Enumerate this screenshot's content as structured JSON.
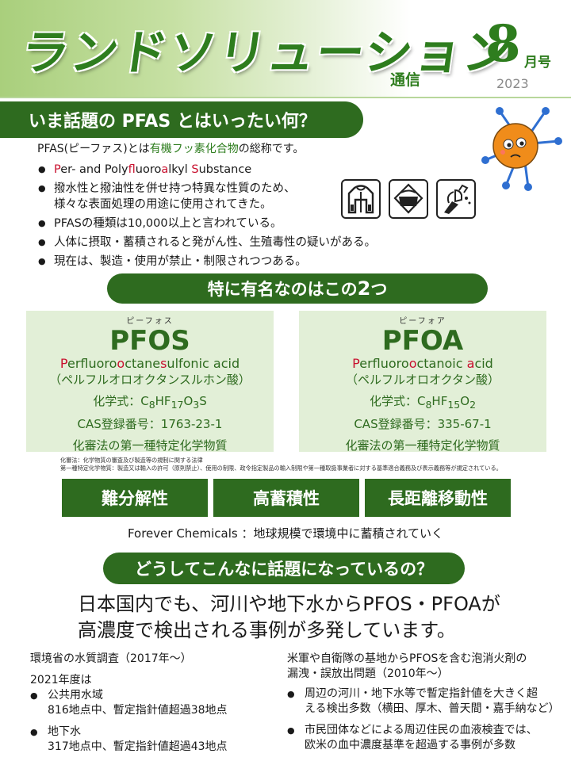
{
  "header": {
    "title": "ランドソリューション",
    "subtitle": "通信",
    "month_number": "8",
    "month_label": "月号",
    "year": "2023"
  },
  "section1": {
    "heading": "いま話題の PFAS とはいったい何？",
    "intro_prefix": "PFAS(ピーファス)とは",
    "intro_highlight": "有機フッ素化合物",
    "intro_suffix": "の総称です。",
    "bullet1": {
      "p1": "P",
      "p2": "er- and Poly",
      "p3": "f",
      "p4": "luoro",
      "p5": "a",
      "p6": "lkyl ",
      "p7": "S",
      "p8": "ubstance"
    },
    "bullet2_line1": "撥水性と撥油性を併せ持つ特異な性質のため、",
    "bullet2_line2": "様々な表面処理の用途に使用されてきた。",
    "bullet3": "PFASの種類は10,000以上と言われている。",
    "bullet4": "人体に摂取・蓄積されると発がん性、生殖毒性の疑いがある。",
    "bullet5": "現在は、製造・使用が禁止・制限されつつある。",
    "icons": [
      "jacket-icon",
      "frying-pan-icon",
      "fire-extinguisher-icon"
    ]
  },
  "section2": {
    "heading_prefix": "特に有名なのはこの",
    "heading_number": "2",
    "heading_suffix": "つ",
    "pfos": {
      "ruby": "ピーフォス",
      "abbr": "PFOS",
      "name_parts": [
        "P",
        "erfluoro",
        "o",
        "ctane",
        "s",
        "ulfonic acid"
      ],
      "jp_name": "（ペルフルオロオクタンスルホン酸）",
      "formula_label": "化学式：",
      "formula_parts": [
        "C",
        "8",
        "HF",
        "17",
        "O",
        "3",
        "S"
      ],
      "cas": "CAS登録番号：1763-23-1",
      "law": "化審法の第一種特定化学物質"
    },
    "pfoa": {
      "ruby": "ピーフォア",
      "abbr": "PFOA",
      "name_parts": [
        "P",
        "erfluoro",
        "o",
        "ctanoic ",
        "a",
        "cid"
      ],
      "jp_name": "（ペルフルオロオクタン酸）",
      "formula_label": "化学式：",
      "formula_parts": [
        "C",
        "8",
        "HF",
        "15",
        "O",
        "2"
      ],
      "cas": "CAS登録番号：335-67-1",
      "law": "化審法の第一種特定化学物質"
    },
    "note_line1": "化審法：化学物質の審査及び製造等の規制に関する法律",
    "note_line2": "第一種特定化学物質：製造又は輸入の許可（原則禁止）、使用の制限、政令指定製品の輸入制限や第一種取扱事業者に対する基準適合義務及び表示義務等が規定されている。",
    "properties": [
      "難分解性",
      "高蓄積性",
      "長距離移動性"
    ],
    "forever": "Forever Chemicals ：地球規模で環境中に蓄積されていく"
  },
  "section3": {
    "heading": "どうしてこんなに話題になっているの？",
    "headline_line1": "日本国内でも、河川や地下水からPFOS・PFOAが",
    "headline_line2": "高濃度で検出される事例が多発しています。",
    "left": {
      "title": "環境省の水質調査（2017年～）",
      "year_label": "2021年度は",
      "item1_title": "公共用水域",
      "item1_detail": "816地点中、暫定指針値超過38地点",
      "item2_title": "地下水",
      "item2_detail": "317地点中、暫定指針値超過43地点"
    },
    "right": {
      "title_line1": "米軍や自衛隊の基地からPFOSを含む泡消火剤の",
      "title_line2": "漏洩・誤放出問題（2010年～）",
      "item1_line1": "周辺の河川・地下水等で暫定指針値を大きく超",
      "item1_line2": "える検出多数（横田、厚木、普天間・嘉手納など）",
      "item2_line1": "市民団体などによる周辺住民の血液検査では、",
      "item2_line2": "欧米の血中濃度基準を超過する事例が多数"
    }
  },
  "colors": {
    "brand_green": "#2e6b1f",
    "title_green": "#2e7d1e",
    "card_bg": "#e2efd7",
    "accent_red": "#c8102e",
    "mascot_orange": "#f08c1a",
    "mascot_blue": "#2f6fd1"
  }
}
